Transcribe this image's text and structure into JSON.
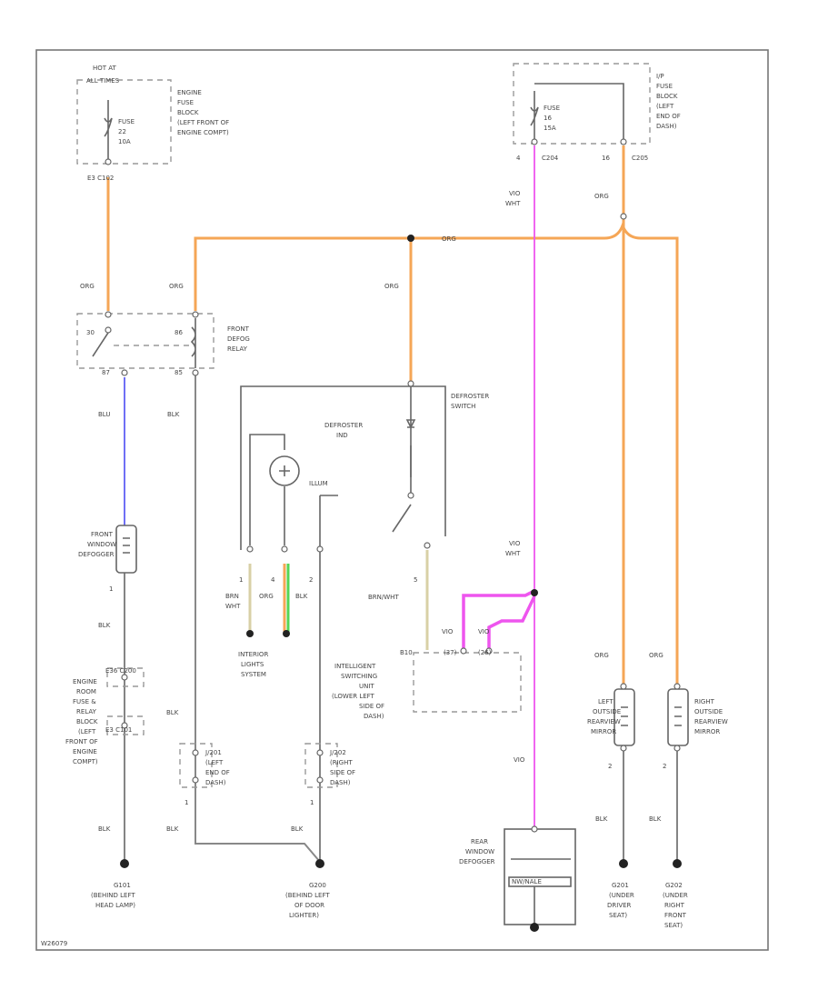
{
  "colors": {
    "orange": "#f5a656",
    "pink": "#ee55ee",
    "blue": "#6f6ff5",
    "green": "#55d555",
    "tan": "#d8d0a6",
    "black": "#666666"
  },
  "labels": {
    "hot_at": "HOT AT",
    "all_times": "ALL TIMES",
    "engine_fuse_block": [
      "ENGINE",
      "FUSE",
      "BLOCK",
      "(LEFT FRONT OF",
      "ENGINE COMPT)"
    ],
    "fuse_left": [
      "FUSE",
      "22",
      "10A"
    ],
    "e3_c102": "E3   C102",
    "ip_fuse_block": [
      "I/P",
      "FUSE",
      "BLOCK",
      "(LEFT",
      "END OF",
      "DASH)"
    ],
    "fuse_right": [
      "FUSE",
      "16",
      "15A"
    ],
    "c204_4": "4",
    "c204": "C204",
    "c205_16": "16",
    "c205": "C205",
    "vio_wht_top": [
      "VIO",
      "WHT"
    ],
    "org_main": "ORG",
    "org_left": "ORG",
    "org_relay": "ORG",
    "org_switch": "ORG",
    "org_mirror_top": "ORG",
    "org_lmirror": "ORG",
    "org_rmirror": "ORG",
    "front_defog_relay": [
      "FRONT",
      "DEFOG",
      "RELAY"
    ],
    "relay_30": "30",
    "relay_87": "87",
    "relay_85": "85",
    "relay_86": "86",
    "blu": "BLU",
    "blk_relay": "BLK",
    "defroster_switch": [
      "DEFROSTER",
      "SWITCH"
    ],
    "defroster_ind": [
      "DEFROSTER",
      "IND"
    ],
    "illum": "ILLUM",
    "front_window_defogger": [
      "FRONT",
      "WINDOW",
      "DEFOGGER"
    ],
    "fwd_pin1": "1",
    "blk_fwd": "BLK",
    "pin1": "1",
    "pin4": "4",
    "pin2": "2",
    "pin5": "5",
    "brn_wht_left": [
      "BRN",
      "WHT"
    ],
    "org_pin4": "ORG",
    "blk_pin2": "BLK",
    "brn_wht_right": "BRN/WHT",
    "vio_wht_mid": [
      "VIO",
      "WHT"
    ],
    "interior_lights": [
      "INTERIOR",
      "LIGHTS",
      "SYSTEM"
    ],
    "isu": [
      "INTELLIGENT",
      "SWITCHING",
      "UNIT",
      "(LOWER LEFT",
      "SIDE OF",
      "DASH)"
    ],
    "b10": "B10",
    "c_37": "(37)",
    "c_26": "(26)",
    "vio_a": "VIO",
    "vio_b": "VIO",
    "e36_c200": "E36   C200",
    "engine_room_block": [
      "ENGINE",
      "ROOM",
      "FUSE &",
      "RELAY",
      "BLOCK",
      "(LEFT",
      "FRONT OF",
      "ENGINE",
      "COMPT)"
    ],
    "e3_c101": "E3   C101",
    "blk_left_low": "BLK",
    "blk_left_bottom": "BLK",
    "blk_mid_low": "BLK",
    "blk_mid_bottom": "BLK",
    "blk_right_bottom": "BLK",
    "j201": [
      "J/201",
      "(LEFT",
      "END OF",
      "DASH)"
    ],
    "j202": [
      "J/202",
      "(RIGHT",
      "SIDE OF",
      "DASH)"
    ],
    "j201_pin": "1",
    "j202_pin": "1",
    "vio_low": "VIO",
    "rear_window_defogger": [
      "REAR",
      "WINDOW",
      "DEFOGGER"
    ],
    "rwd_switch": "NW/NALE",
    "left_mirror": [
      "LEFT",
      "OUTSIDE",
      "REARVIEW",
      "MIRROR"
    ],
    "right_mirror": [
      "RIGHT",
      "OUTSIDE",
      "REARVIEW",
      "MIRROR"
    ],
    "lmirror_pin": "2",
    "rmirror_pin": "2",
    "blk_lmirror": "BLK",
    "blk_rmirror": "BLK",
    "g101": [
      "G101",
      "(BEHIND LEFT",
      "HEAD LAMP)"
    ],
    "g200": [
      "G200",
      "(BEHIND LEFT",
      "OF DOOR",
      "LIGHTER)"
    ],
    "g201": [
      "G201",
      "(UNDER",
      "DRIVER",
      "SEAT)"
    ],
    "g202": [
      "G202",
      "(UNDER",
      "RIGHT",
      "FRONT",
      "SEAT)"
    ],
    "figure_id": "W26079"
  }
}
